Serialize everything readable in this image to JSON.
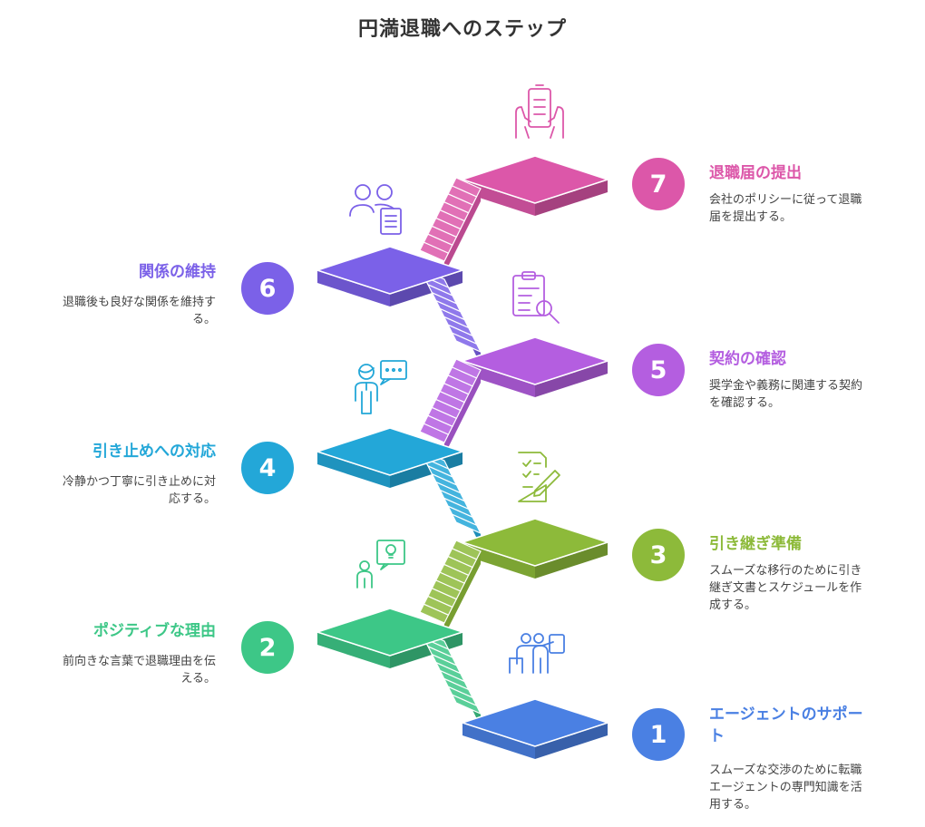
{
  "title": "円満退職へのステップ",
  "steps": [
    {
      "num": "1",
      "title": "エージェントのサポート",
      "desc": "スムーズな交渉のために転職エージェントの専門知識を活用する。",
      "color": "#4A80E3",
      "icon": "presenter-board-icon"
    },
    {
      "num": "2",
      "title": "ポジティブな理由",
      "desc": "前向きな言葉で退職理由を伝える。",
      "color": "#3DC787",
      "icon": "person-lightbulb-idea-icon"
    },
    {
      "num": "3",
      "title": "引き継ぎ準備",
      "desc": "スムーズな移行のために引き継ぎ文書とスケジュールを作成する。",
      "color": "#8DBA3A",
      "icon": "checklist-pen-icon"
    },
    {
      "num": "4",
      "title": "引き止めへの対応",
      "desc": "冷静かつ丁寧に引き止めに対応する。",
      "color": "#23A7D8",
      "icon": "person-speech-bubble-icon"
    },
    {
      "num": "5",
      "title": "契約の確認",
      "desc": "奨学金や義務に関連する契約を確認する。",
      "color": "#B45EE0",
      "icon": "clipboard-magnifier-icon"
    },
    {
      "num": "6",
      "title": "関係の維持",
      "desc": "退職後も良好な関係を維持する。",
      "color": "#7B61E8",
      "icon": "people-document-icon"
    },
    {
      "num": "7",
      "title": "退職届の提出",
      "desc": "会社のポリシーに従って退職届を提出する。",
      "color": "#DC57A9",
      "icon": "hands-holding-document-icon"
    }
  ]
}
